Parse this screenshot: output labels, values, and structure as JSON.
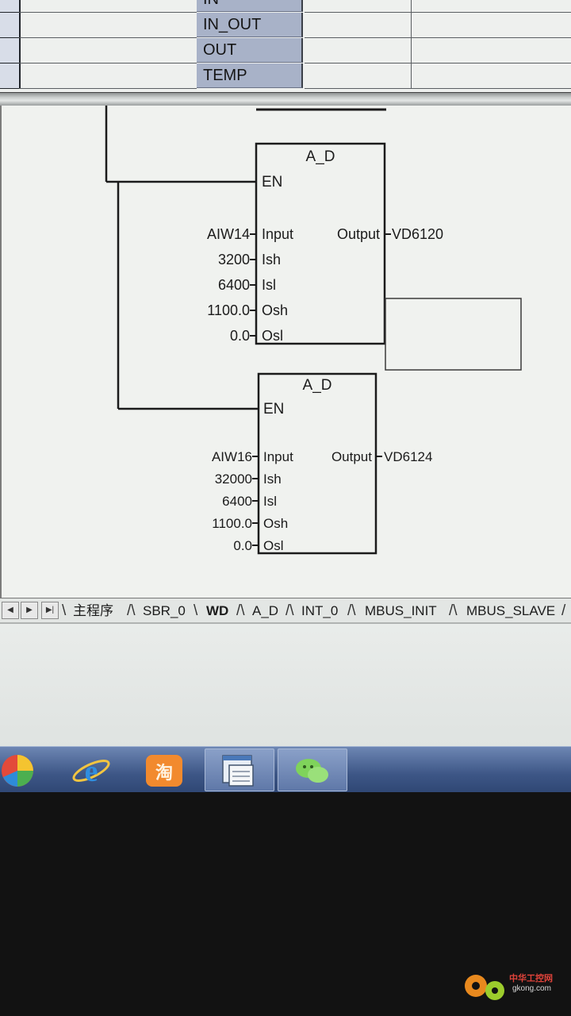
{
  "var_table": {
    "rows": [
      "IN",
      "IN_OUT",
      "OUT",
      "TEMP"
    ]
  },
  "ladder": {
    "blocks": [
      {
        "name": "A_D",
        "en_label": "EN",
        "output_label": "Output",
        "output_value": "VD6120",
        "pins": [
          {
            "label": "Input",
            "value": "AIW14"
          },
          {
            "label": "Ish",
            "value": "3200"
          },
          {
            "label": "Isl",
            "value": "6400"
          },
          {
            "label": "Osh",
            "value": "1100.0"
          },
          {
            "label": "Osl",
            "value": "0.0"
          }
        ]
      },
      {
        "name": "A_D",
        "en_label": "EN",
        "output_label": "Output",
        "output_value": "VD6124",
        "pins": [
          {
            "label": "Input",
            "value": "AIW16"
          },
          {
            "label": "Ish",
            "value": "32000"
          },
          {
            "label": "Isl",
            "value": "6400"
          },
          {
            "label": "Osh",
            "value": "1100.0"
          },
          {
            "label": "Osl",
            "value": "0.0"
          }
        ]
      }
    ]
  },
  "tabs": [
    {
      "label": "主程序",
      "active": false
    },
    {
      "label": "SBR_0",
      "active": false
    },
    {
      "label": "WD",
      "active": true
    },
    {
      "label": "A_D",
      "active": false
    },
    {
      "label": "INT_0",
      "active": false
    },
    {
      "label": "MBUS_INIT",
      "active": false
    },
    {
      "label": "MBUS_SLAVE",
      "active": false
    }
  ],
  "taskbar": {
    "icons": [
      "colorful-ball-icon",
      "internet-explorer-icon",
      "taobao-icon",
      "step7-program-icon",
      "wechat-icon"
    ]
  },
  "watermark": {
    "title": "中华工控网",
    "url": "gkong.com"
  }
}
